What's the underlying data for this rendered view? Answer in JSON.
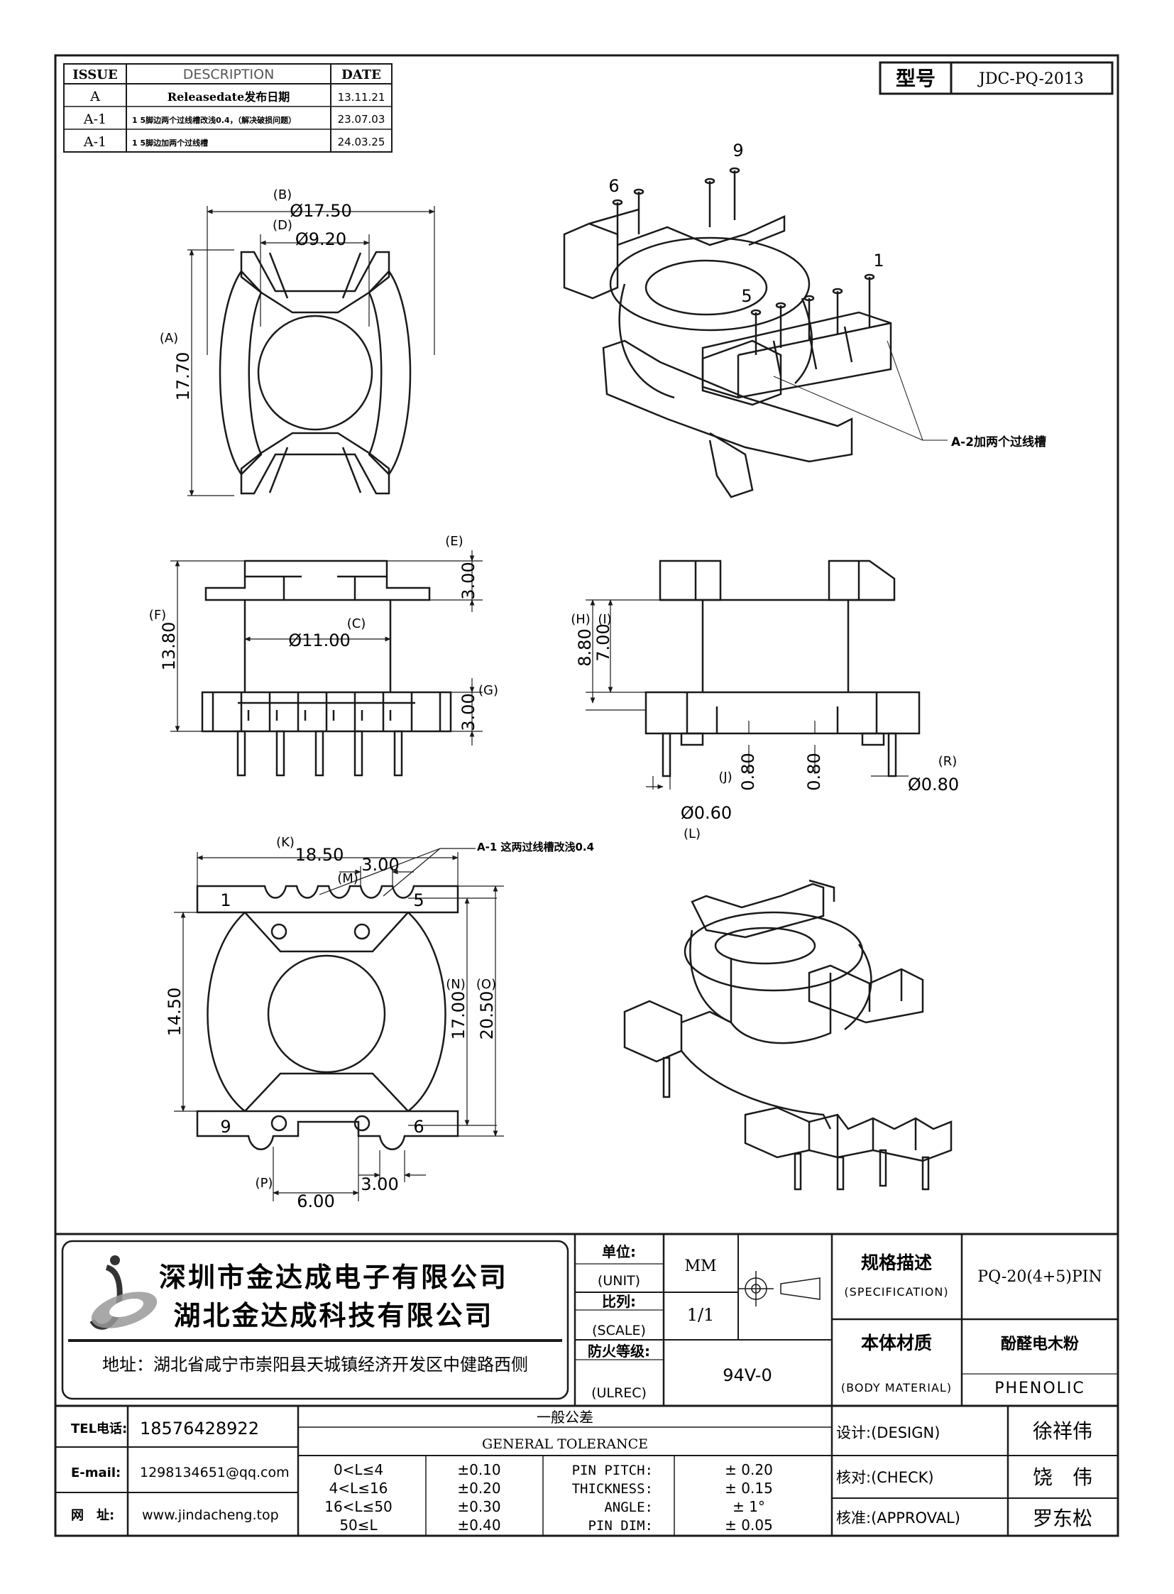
{
  "revision_table": {
    "headers": {
      "issue": "ISSUE",
      "description": "DESCRIPTION",
      "date": "DATE"
    },
    "rows": [
      {
        "issue": "A",
        "description": "Releasedate发布日期",
        "date": "13.11.21"
      },
      {
        "issue": "A-1",
        "description": "1 5脚边两个过线槽改浅0.4，（解决破损问题）",
        "date": "23.07.03"
      },
      {
        "issue": "A-1",
        "description": "1 5脚边加两个过线槽",
        "date": "24.03.25"
      }
    ]
  },
  "model_box": {
    "label": "型号",
    "value": "JDC-PQ-2013"
  },
  "views": {
    "top": {
      "dim_b_label": "(B)",
      "dim_b": "Ø17.50",
      "dim_d_label": "(D)",
      "dim_d": "Ø9.20",
      "dim_a_label": "(A)",
      "dim_a": "17.70"
    },
    "iso_top": {
      "pin_6": "6",
      "pin_9": "9",
      "pin_1": "1",
      "pin_5": "5",
      "callout": "A-2加两个过线槽"
    },
    "front": {
      "dim_e_label": "(E)",
      "dim_e": "3.00",
      "dim_f_label": "(F)",
      "dim_f": "13.80",
      "dim_c_label": "(C)",
      "dim_c": "Ø11.00",
      "dim_g_label": "(G)",
      "dim_g": "3.00"
    },
    "side": {
      "dim_h_label": "(H)",
      "dim_h": "8.80",
      "dim_i_label": "(I)",
      "dim_i": "7.00",
      "dim_j_label": "(J)",
      "dim_j1": "0.80",
      "dim_j2": "0.80",
      "dim_r_label": "(R)",
      "dim_r": "Ø0.80",
      "dim_l": "Ø0.60",
      "dim_l_label": "(L)"
    },
    "bottom": {
      "dim_k_label": "(K)",
      "dim_k": "18.50",
      "dim_m_label": "(M)",
      "dim_m": "3.00",
      "callout": "A-1 这两过线槽改浅0.4",
      "pin_1": "1",
      "pin_5": "5",
      "pin_9": "9",
      "pin_6": "6",
      "dim_14": "14.50",
      "dim_n_label": "(N)",
      "dim_n": "17.00",
      "dim_o_label": "(O)",
      "dim_o": "20.50",
      "dim_p_label": "(P)",
      "dim_p": "6.00",
      "dim_p2": "3.00"
    }
  },
  "title_block": {
    "company_cn_1": "深圳市金达成电子有限公司",
    "company_cn_2": "湖北金达成科技有限公司",
    "address": "地址：湖北省咸宁市崇阳县天城镇经济开发区中健路西侧",
    "unit_label_cn": "单位:",
    "unit_label_en": "(UNIT)",
    "unit_value": "MM",
    "scale_label_cn": "比列:",
    "scale_label_en": "(SCALE)",
    "scale_value": "1/1",
    "fire_label_cn": "防火等级:",
    "fire_label_en": "(ULREC)",
    "fire_value": "94V-0",
    "spec_label_cn": "规格描述",
    "spec_label_en": "(SPECIFICATION)",
    "spec_value": "PQ-20(4+5)PIN",
    "material_label_cn": "本体材质",
    "material_label_en": "(BODY MATERIAL)",
    "material_value_cn": "酚醛电木粉",
    "material_value_en": "PHENOLIC",
    "tel_label": "TEL电话:",
    "tel_value": "18576428922",
    "email_label": "E-mail:",
    "email_value": "1298134651@qq.com",
    "web_label": "网　址:",
    "web_value": "www.jindacheng.top",
    "tolerance_title_cn": "一般公差",
    "tolerance_title_en": "GENERAL TOLERANCE",
    "tolerances": [
      {
        "range": "0<L≤4",
        "tol": "±0.10",
        "item": "PIN PITCH:",
        "item_tol": "± 0.20"
      },
      {
        "range": "4<L≤16",
        "tol": "±0.20",
        "item": "THICKNESS:",
        "item_tol": "± 0.15"
      },
      {
        "range": "16<L≤50",
        "tol": "±0.30",
        "item": "ANGLE:",
        "item_tol": "± 1°"
      },
      {
        "range": "50≤L",
        "tol": "±0.40",
        "item": "PIN DIM:",
        "item_tol": "± 0.05"
      }
    ],
    "design_label": "设计:(DESIGN)",
    "design_value": "徐祥伟",
    "check_label": "核对:(CHECK)",
    "check_value": "饶　伟",
    "approval_label": "核准:(APPROVAL)",
    "approval_value": "罗东松"
  }
}
